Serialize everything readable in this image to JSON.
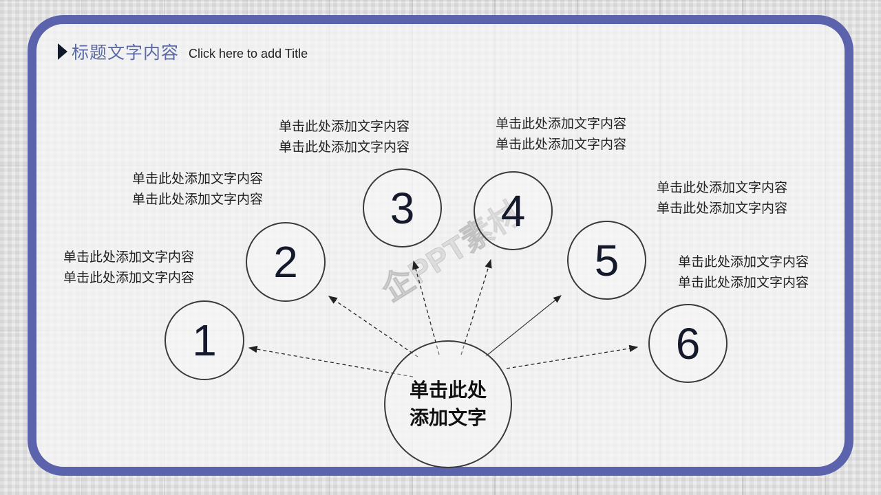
{
  "header": {
    "title_cn": "标题文字内容",
    "title_en": "Click here to add Title",
    "marker_icon": "triangle-right-icon"
  },
  "theme": {
    "frame_color": "#5a63ac",
    "title_color": "#5b69a6",
    "number_color": "#141a2c"
  },
  "center": {
    "line1": "单击此处",
    "line2": "添加文字"
  },
  "items": [
    {
      "number": "1",
      "line1": "单击此处添加文字内容",
      "line2": "单击此处添加文字内容"
    },
    {
      "number": "2",
      "line1": "单击此处添加文字内容",
      "line2": "单击此处添加文字内容"
    },
    {
      "number": "3",
      "line1": "单击此处添加文字内容",
      "line2": "单击此处添加文字内容"
    },
    {
      "number": "4",
      "line1": "单击此处添加文字内容",
      "line2": "单击此处添加文字内容"
    },
    {
      "number": "5",
      "line1": "单击此处添加文字内容",
      "line2": "单击此处添加文字内容"
    },
    {
      "number": "6",
      "line1": "单击此处添加文字内容",
      "line2": "单击此处添加文字内容"
    }
  ],
  "watermark": "企PPT素材"
}
